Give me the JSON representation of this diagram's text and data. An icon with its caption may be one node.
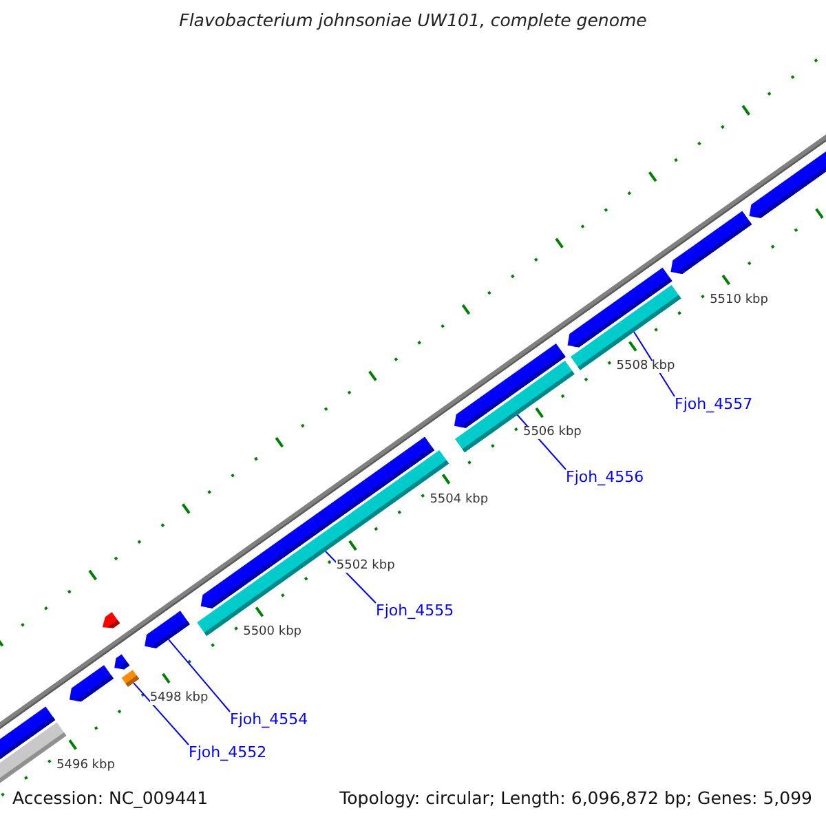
{
  "diagram": {
    "title": "Flavobacterium johnsoniae UW101, complete genome",
    "nodes": [
      {
        "text": [],
        "shape": "bar"
      },
      {
        "text": [],
        "shape": "bar"
      },
      {
        "text": [],
        "shape": "bar"
      },
      {
        "text": [],
        "shape": "bar"
      },
      {
        "text": [],
        "shape": "box"
      },
      {
        "text": [],
        "shape": "bar"
      },
      {
        "text": [],
        "shape": "bar"
      },
      {
        "text": [],
        "shape": "bar"
      },
      {
        "text": [],
        "shape": "bar"
      },
      {
        "text": [],
        "shape": "bar"
      },
      {
        "text": [],
        "shape": "bar"
      },
      {
        "text": [],
        "shape": "bar"
      },
      {
        "text": [],
        "shape": "bar"
      },
      {
        "text": [],
        "shape": "bar"
      },
      {
        "text": [],
        "shape": "bar"
      },
      {
        "text": [
          "Fjoh_4552"
        ]
      },
      {
        "text": [
          "Fjoh_4554"
        ]
      },
      {
        "text": [
          "Fjoh_4555"
        ]
      },
      {
        "text": [
          "Fjoh_4556"
        ]
      },
      {
        "text": [
          "Fjoh_4557"
        ]
      }
    ],
    "edges": [
      {
        "from": 15,
        "to": 4,
        "arrow": "none"
      },
      {
        "from": 16,
        "to": 6,
        "arrow": "none"
      },
      {
        "from": 17,
        "to": 7,
        "arrow": "none"
      },
      {
        "from": 18,
        "to": 9,
        "arrow": "none"
      },
      {
        "from": 19,
        "to": 11,
        "arrow": "none"
      }
    ],
    "labels": [
      "5496 kbp",
      "5498 kbp",
      "5500 kbp",
      "5502 kbp",
      "5504 kbp",
      "5506 kbp",
      "5508 kbp",
      "5510 kbp",
      "Accession: NC_009441",
      "Topology: circular; Length: 6,096,872 bp; Genes: 5,099"
    ]
  }
}
